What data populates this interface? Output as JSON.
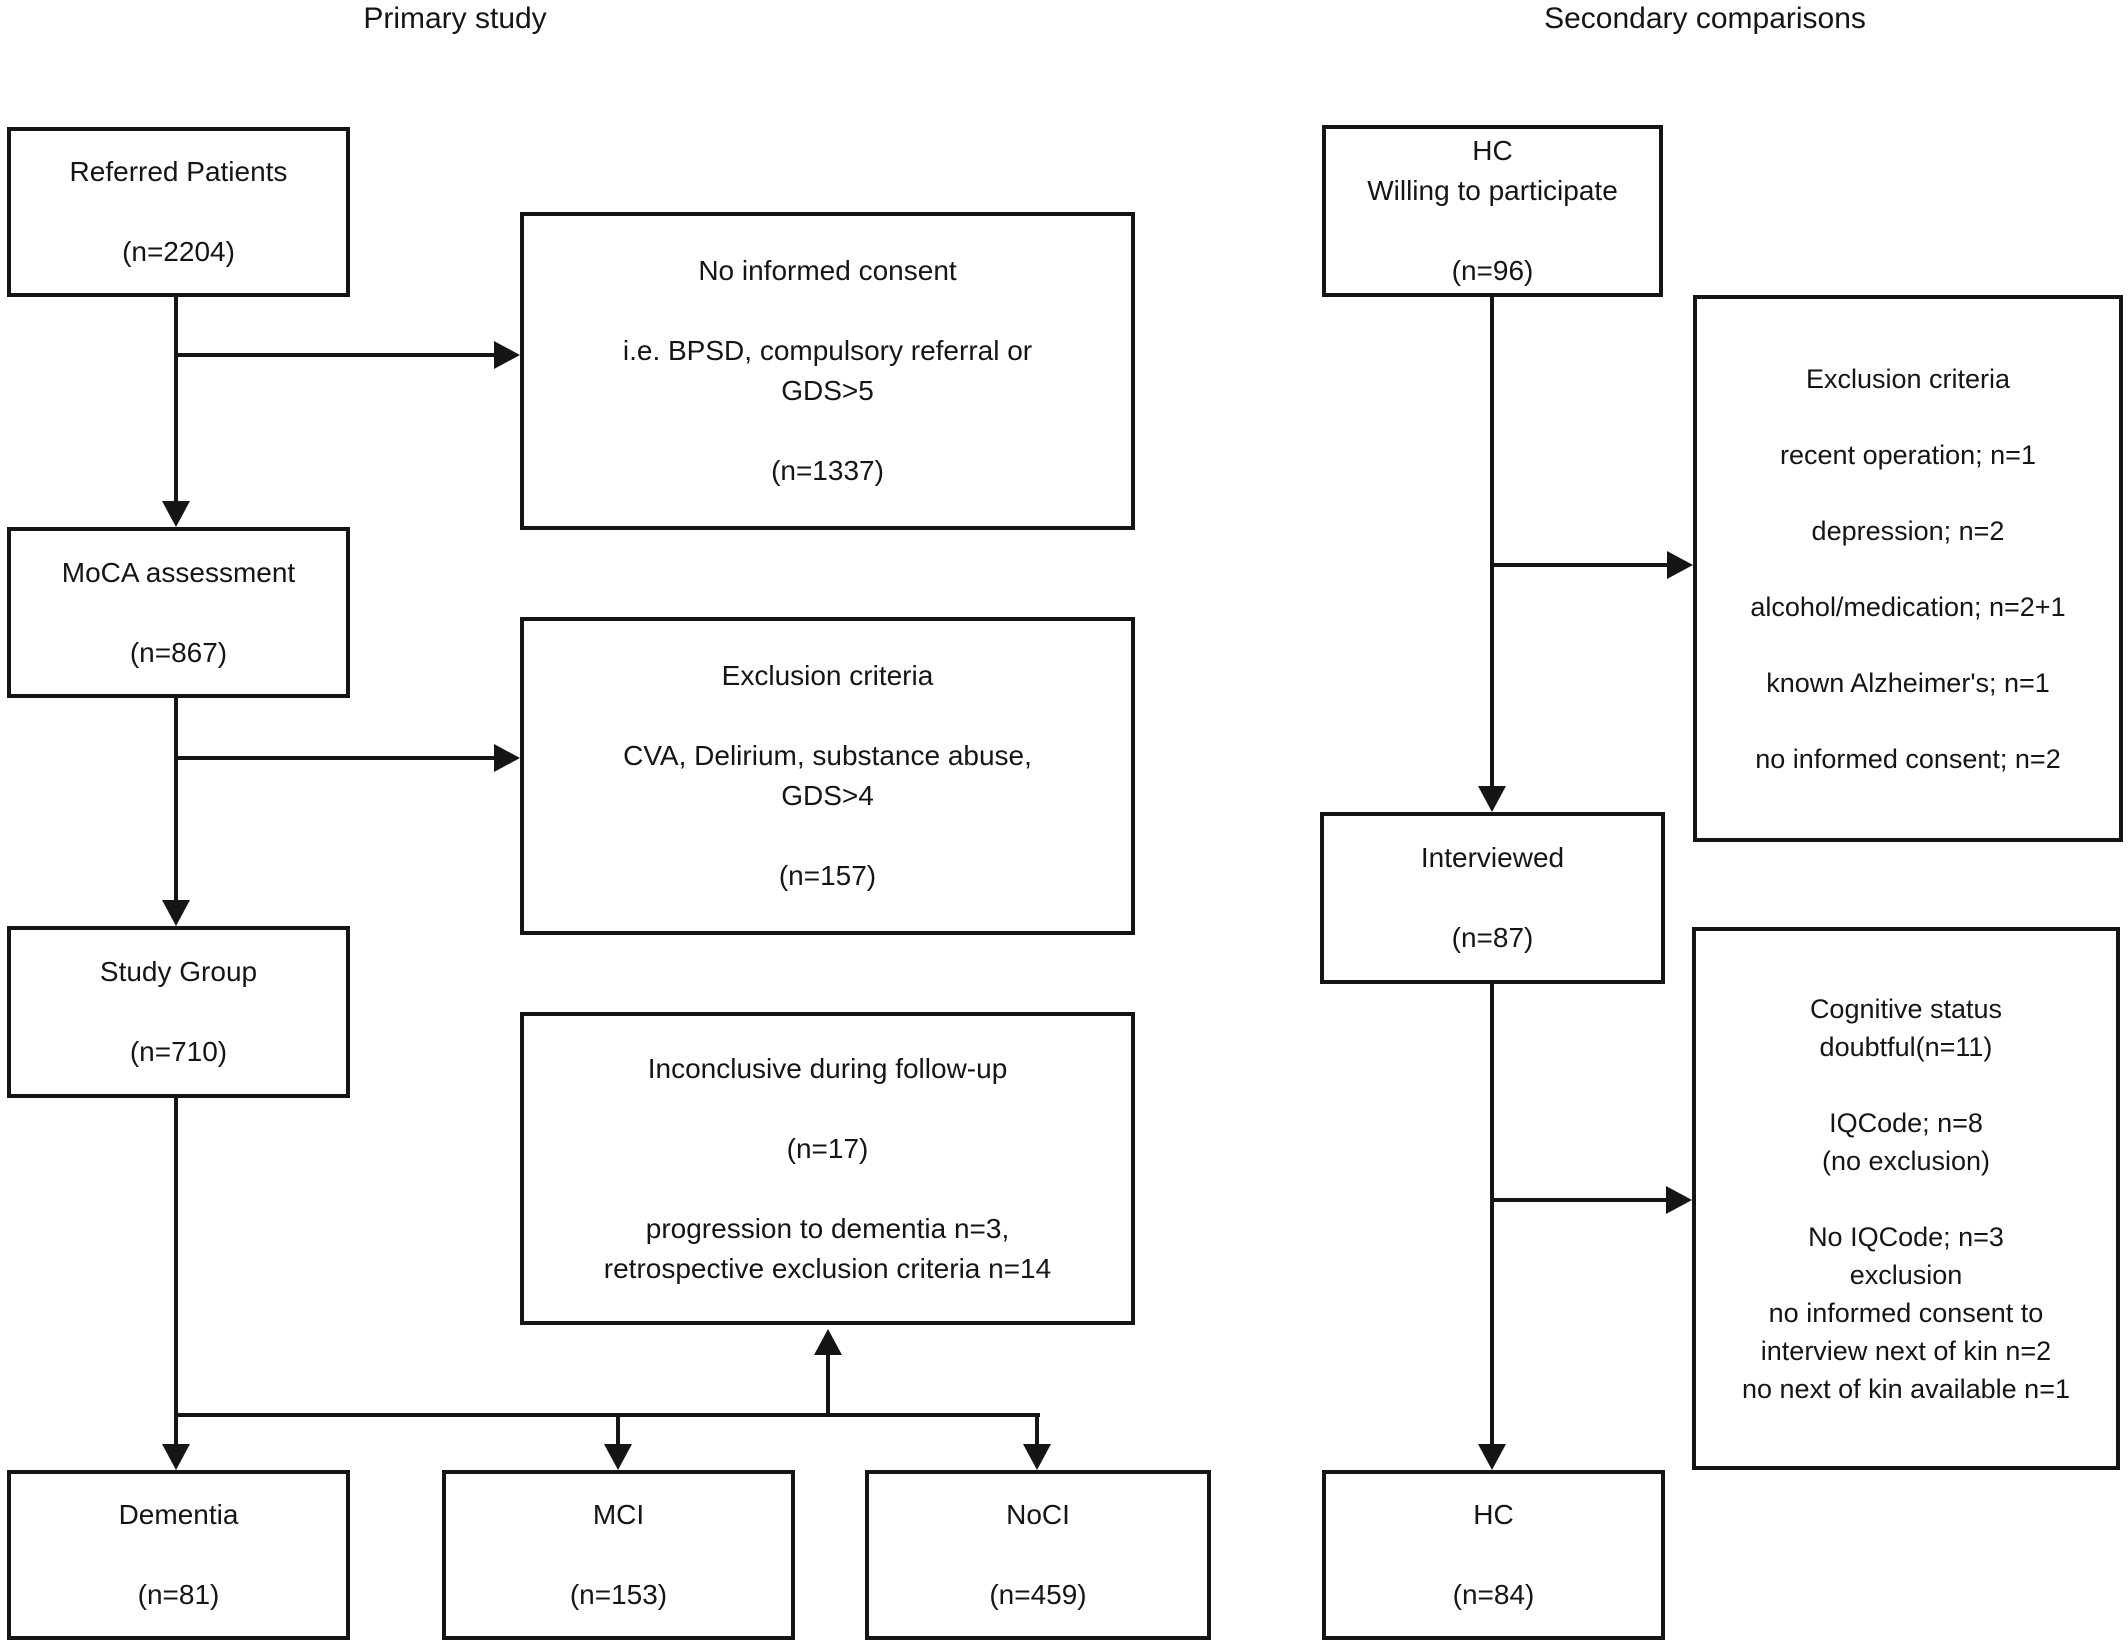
{
  "figure": {
    "column_titles": {
      "primary": "Primary study",
      "secondary": "Secondary comparisons"
    },
    "boxes": {
      "referred": "Referred Patients\n\n(n=2204)",
      "no_consent": "No informed consent\n\ni.e. BPSD, compulsory referral or\nGDS>5\n\n(n=1337)",
      "moca": "MoCA assessment\n\n(n=867)",
      "exclusion_primary": "Exclusion criteria\n\nCVA, Delirium, substance abuse,\nGDS>4\n\n(n=157)",
      "study_group": "Study Group\n\n(n=710)",
      "inconclusive": "Inconclusive during follow-up\n\n(n=17)\n\nprogression to dementia n=3,\nretrospective exclusion criteria n=14",
      "dementia": "Dementia\n\n(n=81)",
      "mci": "MCI\n\n(n=153)",
      "noci": "NoCI\n\n(n=459)",
      "hc_willing": "HC\nWilling to participate\n\n(n=96)",
      "exclusion_hc": "Exclusion criteria\n\nrecent operation; n=1\n\ndepression; n=2\n\nalcohol/medication; n=2+1\n\nknown Alzheimer's; n=1\n\nno informed consent; n=2",
      "interviewed": "Interviewed\n\n(n=87)",
      "cognitive_status": "Cognitive status\ndoubtful(n=11)\n\nIQCode; n=8\n(no exclusion)\n\nNo IQCode; n=3\nexclusion\nno informed consent to\ninterview next of kin n=2\nno next of kin available n=1",
      "hc_final": "HC\n\n(n=84)"
    }
  }
}
